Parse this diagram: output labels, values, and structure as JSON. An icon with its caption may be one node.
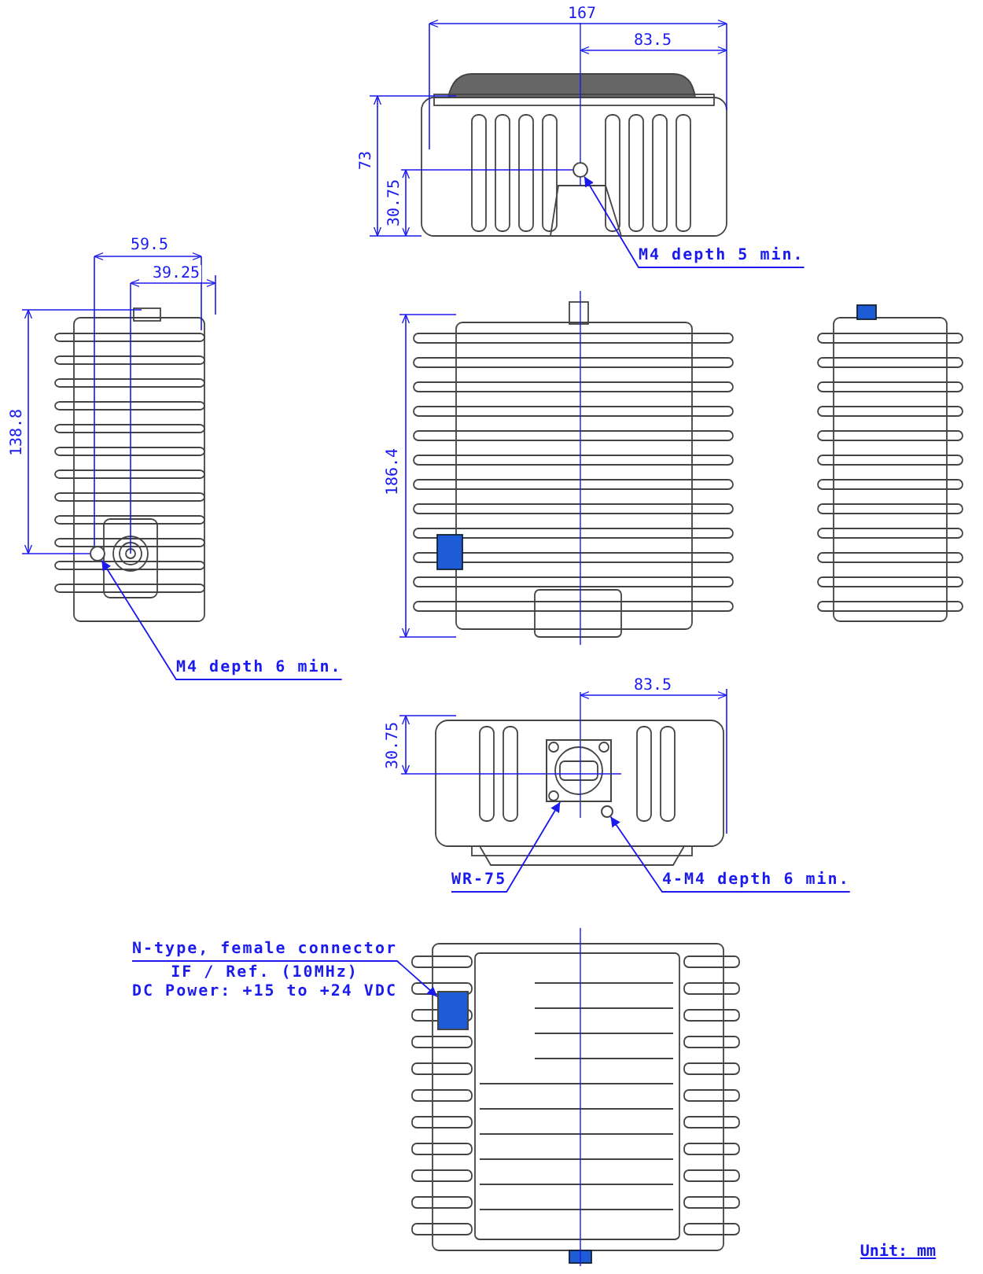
{
  "diagram": {
    "nodes": [
      {
        "text": [
          "M4 depth 5 min."
        ]
      },
      {
        "text": [],
        "shape": "circle"
      },
      {
        "text": [
          "M4 depth 6 min."
        ]
      },
      {
        "text": [],
        "shape": "circle"
      },
      {
        "text": [
          "WR-75"
        ]
      },
      {
        "text": [],
        "shape": "box"
      },
      {
        "text": [
          "4-M4 depth 6 min."
        ]
      },
      {
        "text": [],
        "shape": "circle"
      },
      {
        "text": [
          "N-type, female connector",
          "IF / Ref. (10MHz)",
          "DC Power: +15 to +24 VDC"
        ]
      },
      {
        "text": [],
        "shape": "box"
      }
    ],
    "edges": [
      {
        "from": 0,
        "to": 1,
        "arrow": "to"
      },
      {
        "from": 2,
        "to": 3,
        "arrow": "to"
      },
      {
        "from": 4,
        "to": 5,
        "arrow": "to"
      },
      {
        "from": 6,
        "to": 7,
        "arrow": "to"
      },
      {
        "from": 8,
        "to": 9,
        "arrow": "to"
      }
    ],
    "labels": [
      "167",
      "83.5",
      "73",
      "30.75",
      "59.5",
      "39.25",
      "138.8",
      "186.4",
      "83.5",
      "30.75",
      "Unit: mm"
    ]
  }
}
